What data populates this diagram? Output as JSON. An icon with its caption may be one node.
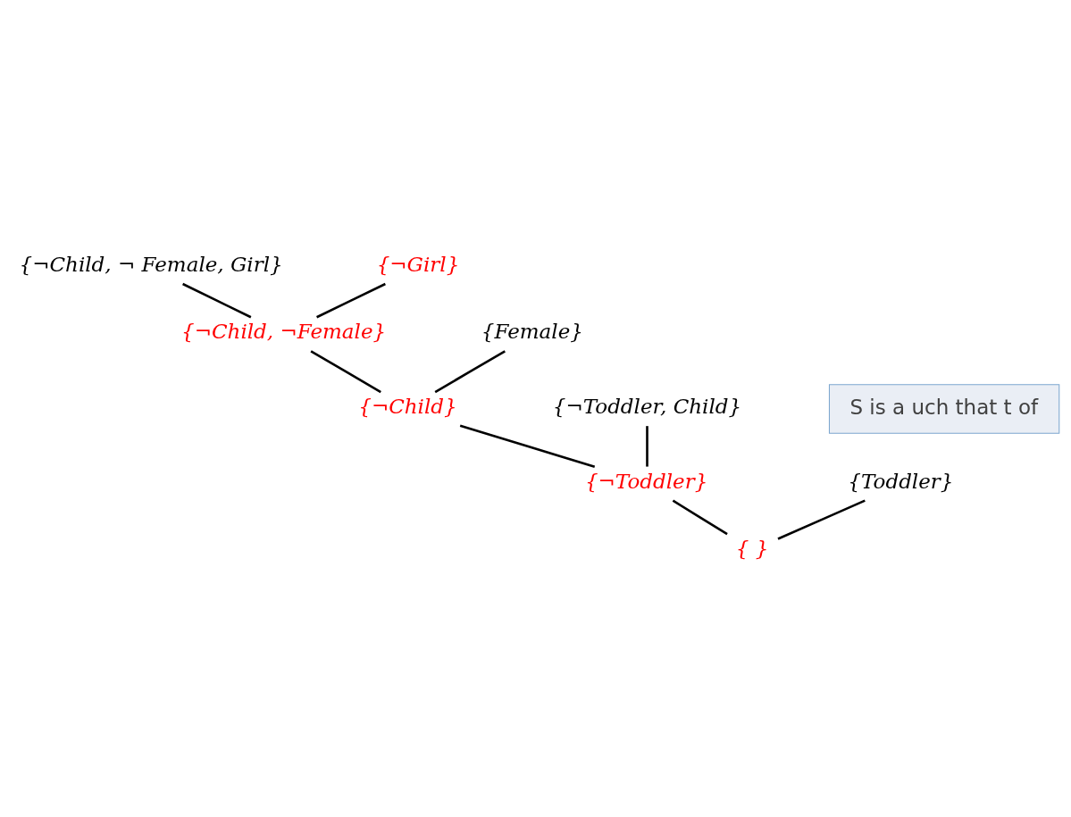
{
  "diagram": {
    "nodes": [
      {
        "text": [
          "{¬Child, ¬ Female, Girl}"
        ]
      },
      {
        "text": [
          "{¬Girl}"
        ]
      },
      {
        "text": [
          "{Female}"
        ]
      },
      {
        "text": [
          "{¬Child, ¬Female}"
        ]
      },
      {
        "text": [
          "{¬Toddler, Child}"
        ]
      },
      {
        "text": [
          "{¬Child}"
        ]
      },
      {
        "text": [
          "S is a uch that t of"
        ]
      },
      {
        "text": [
          "{Toddler}"
        ]
      },
      {
        "text": [
          "{¬Toddler}"
        ]
      },
      {
        "text": [
          "{ }"
        ]
      }
    ],
    "edges": [
      {
        "from": 0,
        "to": 3,
        "arrow": "none"
      },
      {
        "from": 1,
        "to": 3,
        "arrow": "none"
      },
      {
        "from": 2,
        "to": 5,
        "arrow": "none"
      },
      {
        "from": 3,
        "to": 5,
        "arrow": "none"
      },
      {
        "from": 4,
        "to": 8,
        "arrow": "none"
      },
      {
        "from": 5,
        "to": 8,
        "arrow": "none"
      },
      {
        "from": 7,
        "to": 9,
        "arrow": "none"
      },
      {
        "from": 8,
        "to": 9,
        "arrow": "none"
      }
    ]
  }
}
